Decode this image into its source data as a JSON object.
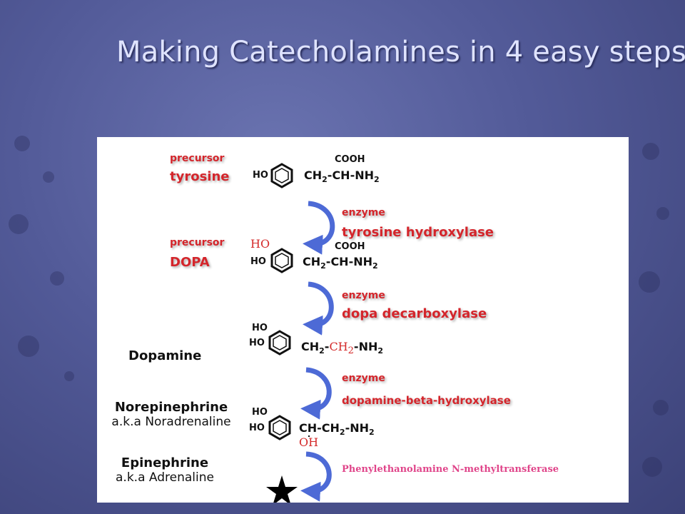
{
  "slide": {
    "title": "Making Catecholamines in 4 easy steps"
  },
  "steps": [
    {
      "label_small": "precursor",
      "label_big": "tyrosine"
    },
    {
      "label_small": "enzyme",
      "label_big": "tyrosine hydroxylase"
    },
    {
      "label_small": "precursor",
      "label_big": "DOPA"
    },
    {
      "label_small": "enzyme",
      "label_big": "dopa decarboxylase"
    },
    {
      "label_small": "enzyme",
      "label_big": "dopamine-beta-hydroxylase"
    },
    {
      "label_small": "",
      "label_big": "Phenylethanolamine N-methyltransferase"
    }
  ],
  "molecules": {
    "tyrosine": {
      "ho": "HO",
      "ch2": "CH",
      "sub2": "2",
      "dash": "-",
      "ch": "CH-NH",
      "nh2sub": "2",
      "cooh": "COOH"
    },
    "dopa": {
      "ho_red": "HO",
      "ho": "HO",
      "ch2": "CH",
      "sub2": "2",
      "ch": "CH-NH",
      "nh2sub": "2",
      "cooh": "COOH"
    },
    "dopamine": {
      "ho1": "HO",
      "ho2": "HO",
      "ch2": "CH",
      "sub2": "2",
      "ch_red": "CH",
      "ch_red_sub": "2",
      "nh": "-NH",
      "nh2sub": "2"
    },
    "norepinephrine": {
      "ho1": "HO",
      "ho2": "HO",
      "ch": "CH-CH",
      "sub2": "2",
      "nh": "-NH",
      "nh2sub": "2",
      "oh": "OH"
    }
  },
  "side_labels": {
    "dopamine": "Dopamine",
    "norepinephrine": "Norepinephrine",
    "norepinephrine_aka": "a.k.a Noradrenaline",
    "epinephrine": "Epinephrine",
    "epinephrine_aka": "a.k.a Adrenaline"
  },
  "icons": [
    "curved-arrow-icon",
    "star-icon",
    "benzene-ring-icon"
  ],
  "colors": {
    "label_red": "#d4252b",
    "arrow_blue": "#4d6ad6",
    "background": "#525a98",
    "title": "#dfe3ff"
  }
}
